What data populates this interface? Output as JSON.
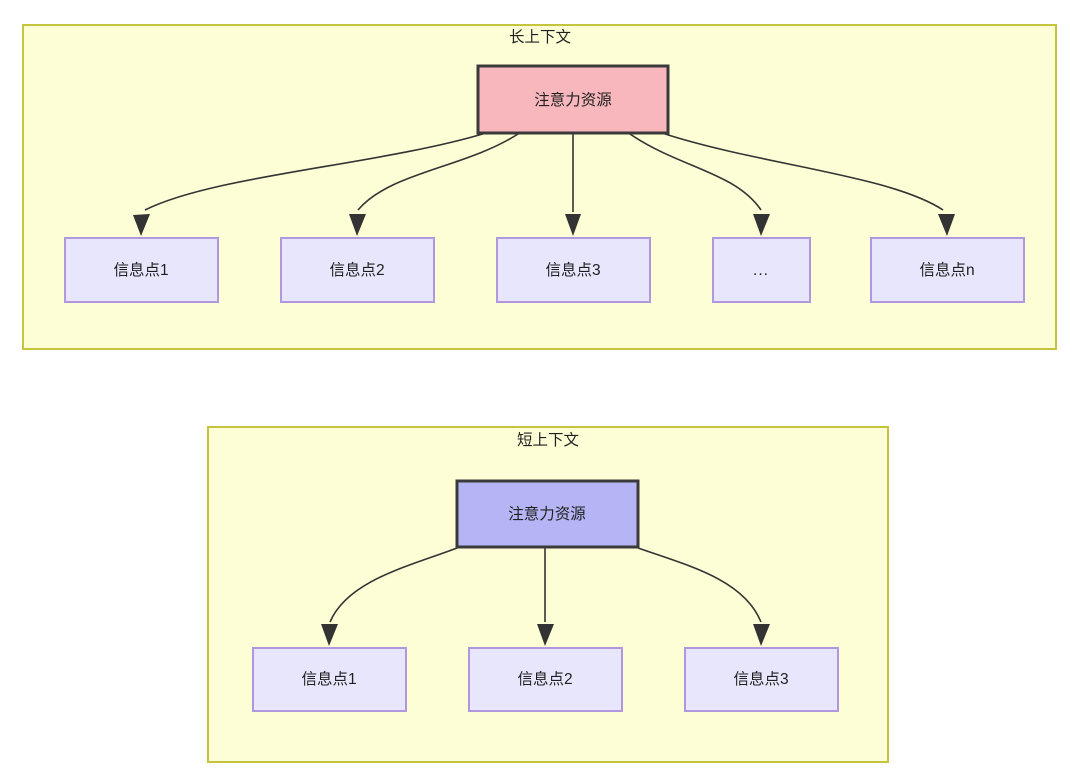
{
  "diagram": {
    "type": "tree-diagram",
    "background_color": "#ffffff",
    "panels": [
      {
        "id": "long-context",
        "title": "长上下文",
        "fill": "#fdfdd6",
        "stroke": "#c4c43f",
        "root": {
          "label": "注意力资源",
          "fill": "#f8b7bd",
          "stroke": "#3a3a3a"
        },
        "children": [
          {
            "label": "信息点1"
          },
          {
            "label": "信息点2"
          },
          {
            "label": "信息点3"
          },
          {
            "label": "..."
          },
          {
            "label": "信息点n"
          }
        ],
        "child_fill": "#e8e6fc",
        "child_stroke": "#b197e0"
      },
      {
        "id": "short-context",
        "title": "短上下文",
        "fill": "#fdfdd6",
        "stroke": "#c4c43f",
        "root": {
          "label": "注意力资源",
          "fill": "#b5b5f5",
          "stroke": "#3a3a3a"
        },
        "children": [
          {
            "label": "信息点1"
          },
          {
            "label": "信息点2"
          },
          {
            "label": "信息点3"
          }
        ],
        "child_fill": "#e8e6fc",
        "child_stroke": "#b197e0"
      }
    ],
    "edge_color": "#333333"
  }
}
